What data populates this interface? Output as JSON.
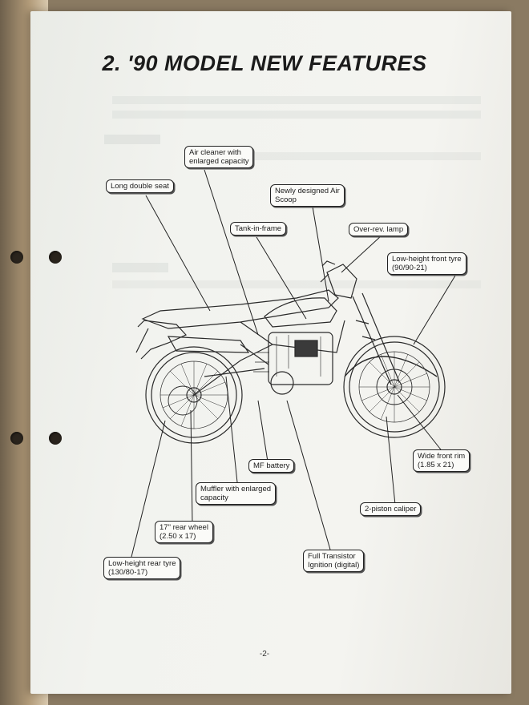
{
  "page": {
    "title": "2. '90 MODEL NEW FEATURES",
    "footer": "-2-"
  },
  "callouts": {
    "air_cleaner": "Air cleaner with\nenlarged capacity",
    "long_seat": "Long double seat",
    "air_scoop": "Newly designed Air\nScoop",
    "tank_in_frame": "Tank-in-frame",
    "over_rev_lamp": "Over-rev. lamp",
    "front_tyre": "Low-height front tyre\n(90/90-21)",
    "wide_rim": "Wide front rim\n(1.85 x 21)",
    "mf_battery": "MF battery",
    "muffler": "Muffler with enlarged\ncapacity",
    "rear_wheel": "17\" rear wheel\n(2.50 x 17)",
    "caliper": "2-piston caliper",
    "rear_tyre": "Low-height rear tyre\n(130/80-17)",
    "ignition": "Full Transistor\nIgnition (digital)"
  },
  "colors": {
    "paper": "#f2f3ef",
    "ink": "#1b1b1b",
    "background": "#8a7a62"
  }
}
